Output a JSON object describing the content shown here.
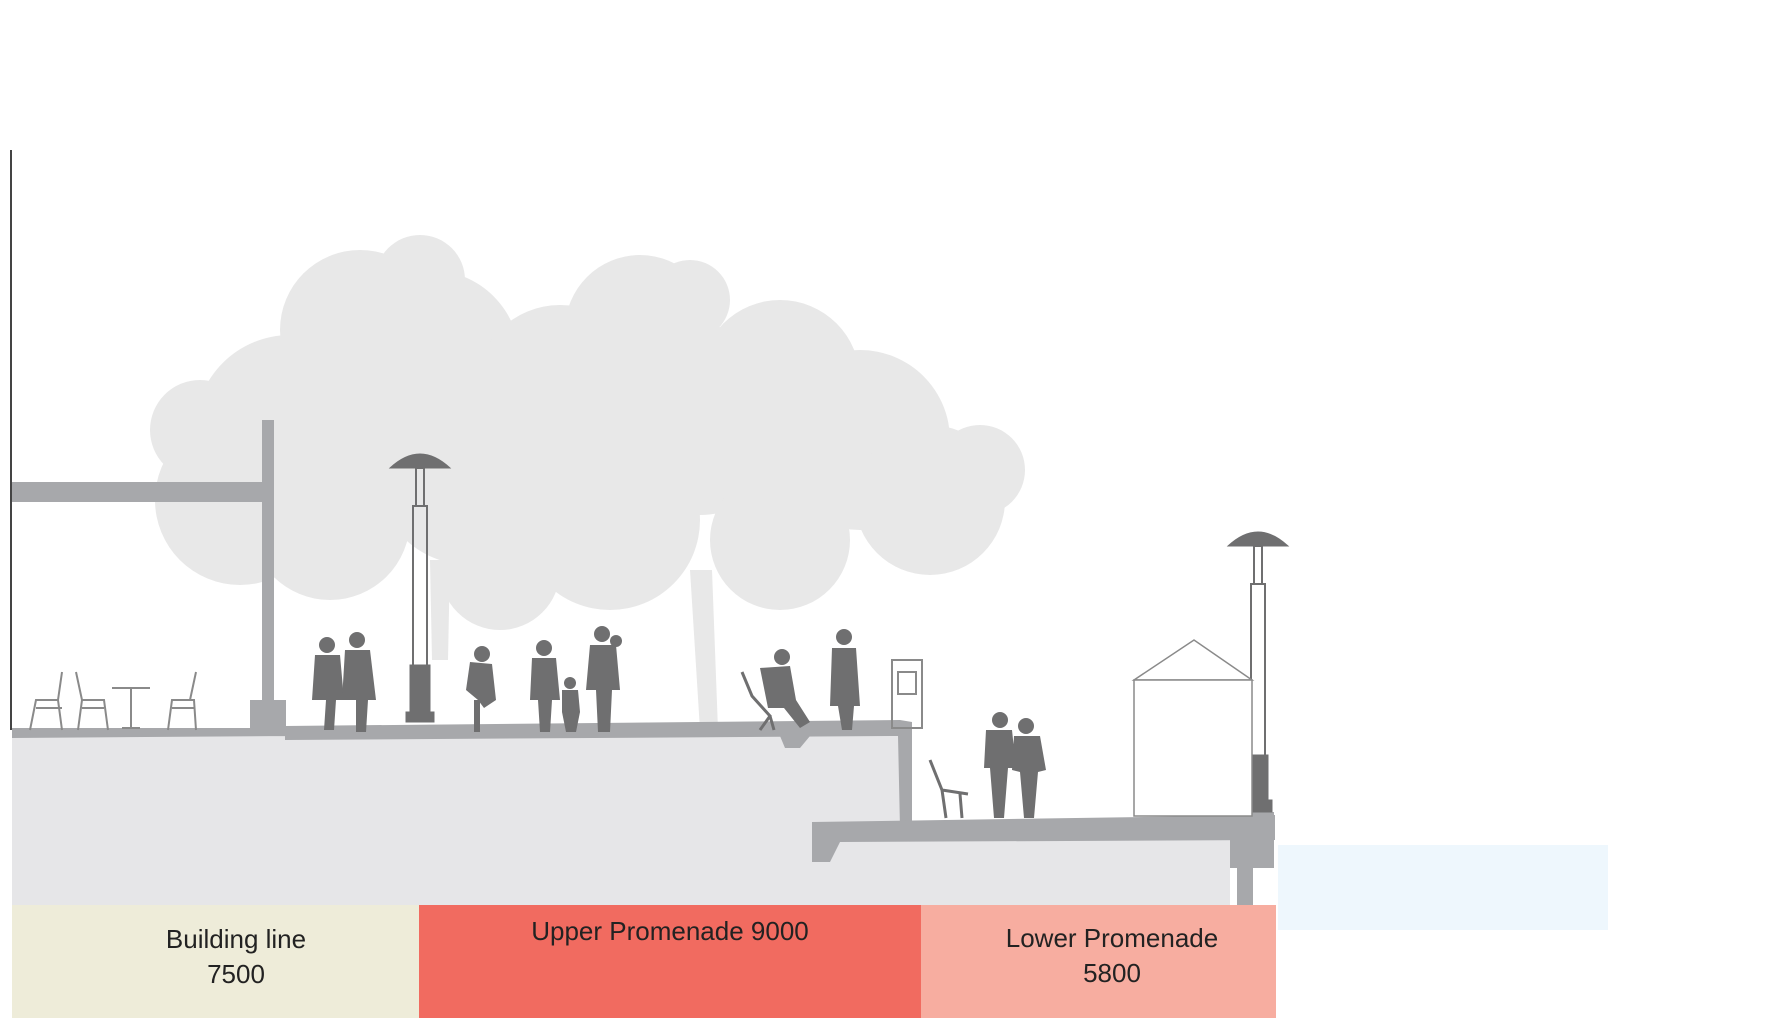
{
  "colors": {
    "building_band": "#eeecd9",
    "upper_band": "#f16b60",
    "lower_band": "#f7ada0",
    "ground": "#e6e6e8",
    "structure": "#a7a8ab",
    "tree": "#e8e8e8",
    "silhouette": "#6f6f70",
    "water": "#eef7fd"
  },
  "zones": [
    {
      "id": "building",
      "line1": "Building line",
      "line2": "7500"
    },
    {
      "id": "upper",
      "line1": "Upper Promenade 9000",
      "line2": ""
    },
    {
      "id": "lower",
      "line1": "Lower Promenade",
      "line2": "5800"
    }
  ],
  "icons": {
    "trees": "tree-canopy-icon",
    "lamps": "street-lamp-icon",
    "people": "pedestrian-icon",
    "cyclist": "cyclist-icon",
    "bench": "bench-icon",
    "cafe": "cafe-chair-icon",
    "kiosk": "kiosk-icon"
  }
}
